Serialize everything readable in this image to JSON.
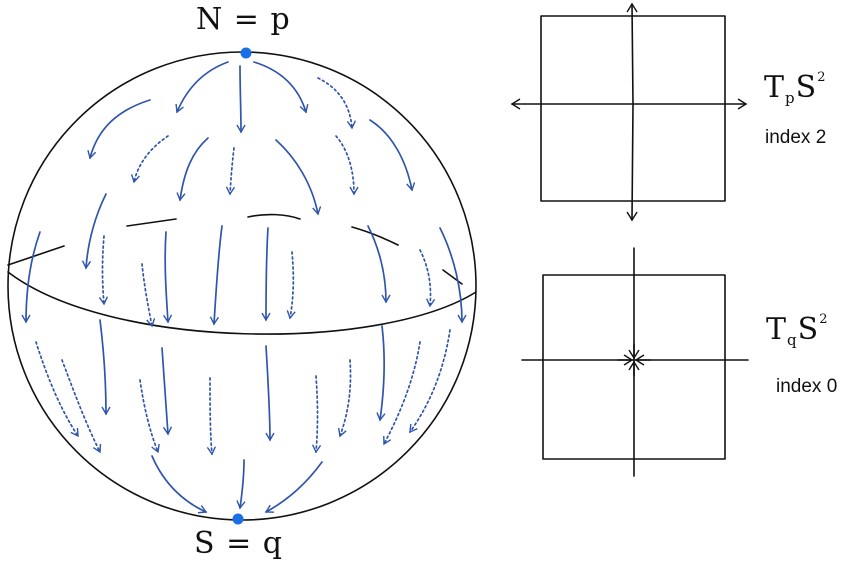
{
  "labels": {
    "north": "N = p",
    "south": "S = q",
    "tangent_p": {
      "T": "T",
      "sub": "p",
      "S": "S",
      "sup": "2"
    },
    "tangent_q": {
      "T": "T",
      "sub": "q",
      "S": "S",
      "sup": "2"
    },
    "index_p": "index 2",
    "index_q": "index 0"
  },
  "colors": {
    "ink": "#111111",
    "flow": "#2f55ad",
    "point": "#1a6fe8"
  }
}
